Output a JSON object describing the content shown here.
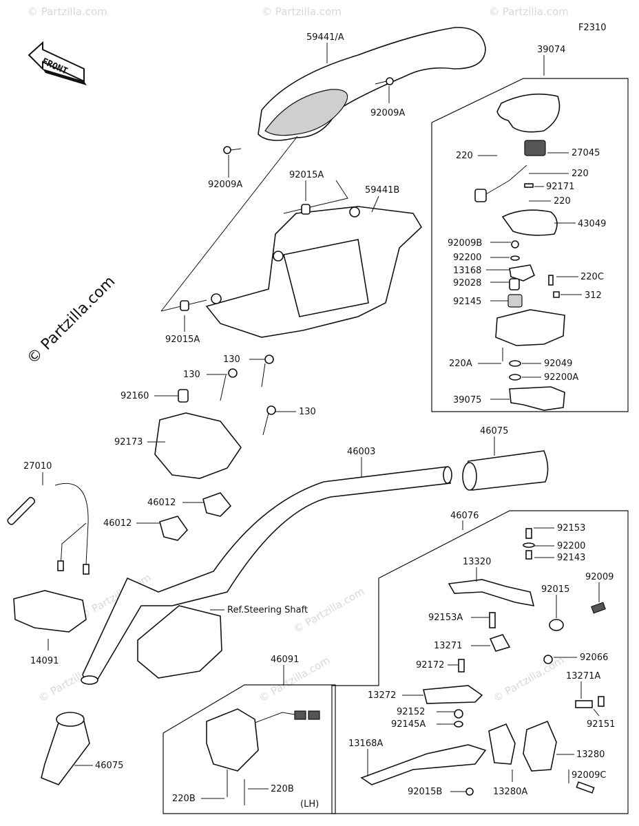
{
  "figure_code": "F2310",
  "copyright": "© Partzilla.com",
  "watermark_text": "© Partzilla.com",
  "front_arrow_label": "FRONT",
  "group_labels": {
    "right_switch_assy": "39074",
    "left_switch_assy": "46091",
    "lever_assy": "46076"
  },
  "left_hand_marker": "(LH)",
  "steering_ref": "Ref.Steering Shaft",
  "callouts": [
    {
      "id": "59441A",
      "text": "59441/A"
    },
    {
      "id": "92009A_top",
      "text": "92009A"
    },
    {
      "id": "92009A_left",
      "text": "92009A"
    },
    {
      "id": "92015A_top",
      "text": "92015A"
    },
    {
      "id": "59441B",
      "text": "59441B"
    },
    {
      "id": "92015A_bottom",
      "text": "92015A"
    },
    {
      "id": "220_1",
      "text": "220"
    },
    {
      "id": "27045",
      "text": "27045"
    },
    {
      "id": "220_2",
      "text": "220"
    },
    {
      "id": "92171",
      "text": "92171"
    },
    {
      "id": "220_3",
      "text": "220"
    },
    {
      "id": "43049",
      "text": "43049"
    },
    {
      "id": "92009B",
      "text": "92009B"
    },
    {
      "id": "92200",
      "text": "92200"
    },
    {
      "id": "13168",
      "text": "13168"
    },
    {
      "id": "220C",
      "text": "220C"
    },
    {
      "id": "92028",
      "text": "92028"
    },
    {
      "id": "312",
      "text": "312"
    },
    {
      "id": "92145",
      "text": "92145"
    },
    {
      "id": "220A",
      "text": "220A"
    },
    {
      "id": "92049",
      "text": "92049"
    },
    {
      "id": "92200A",
      "text": "92200A"
    },
    {
      "id": "39075",
      "text": "39075"
    },
    {
      "id": "130_a",
      "text": "130"
    },
    {
      "id": "130_b",
      "text": "130"
    },
    {
      "id": "130_c",
      "text": "130"
    },
    {
      "id": "92160",
      "text": "92160"
    },
    {
      "id": "92173",
      "text": "92173"
    },
    {
      "id": "27010",
      "text": "27010"
    },
    {
      "id": "46003",
      "text": "46003"
    },
    {
      "id": "46075_top",
      "text": "46075"
    },
    {
      "id": "46012_a",
      "text": "46012"
    },
    {
      "id": "46012_b",
      "text": "46012"
    },
    {
      "id": "46076",
      "text": "46076"
    },
    {
      "id": "92153",
      "text": "92153"
    },
    {
      "id": "92200_b",
      "text": "92200"
    },
    {
      "id": "92143",
      "text": "92143"
    },
    {
      "id": "13320",
      "text": "13320"
    },
    {
      "id": "92009",
      "text": "92009"
    },
    {
      "id": "92015",
      "text": "92015"
    },
    {
      "id": "92153A",
      "text": "92153A"
    },
    {
      "id": "13271",
      "text": "13271"
    },
    {
      "id": "92066",
      "text": "92066"
    },
    {
      "id": "92172",
      "text": "92172"
    },
    {
      "id": "13271A",
      "text": "13271A"
    },
    {
      "id": "13272",
      "text": "13272"
    },
    {
      "id": "92151",
      "text": "92151"
    },
    {
      "id": "92152",
      "text": "92152"
    },
    {
      "id": "92145A",
      "text": "92145A"
    },
    {
      "id": "13168A",
      "text": "13168A"
    },
    {
      "id": "13280",
      "text": "13280"
    },
    {
      "id": "92009C",
      "text": "92009C"
    },
    {
      "id": "92015B",
      "text": "92015B"
    },
    {
      "id": "13280A",
      "text": "13280A"
    },
    {
      "id": "14091",
      "text": "14091"
    },
    {
      "id": "46075_bottom",
      "text": "46075"
    },
    {
      "id": "220B_a",
      "text": "220B"
    },
    {
      "id": "220B_b",
      "text": "220B"
    }
  ]
}
